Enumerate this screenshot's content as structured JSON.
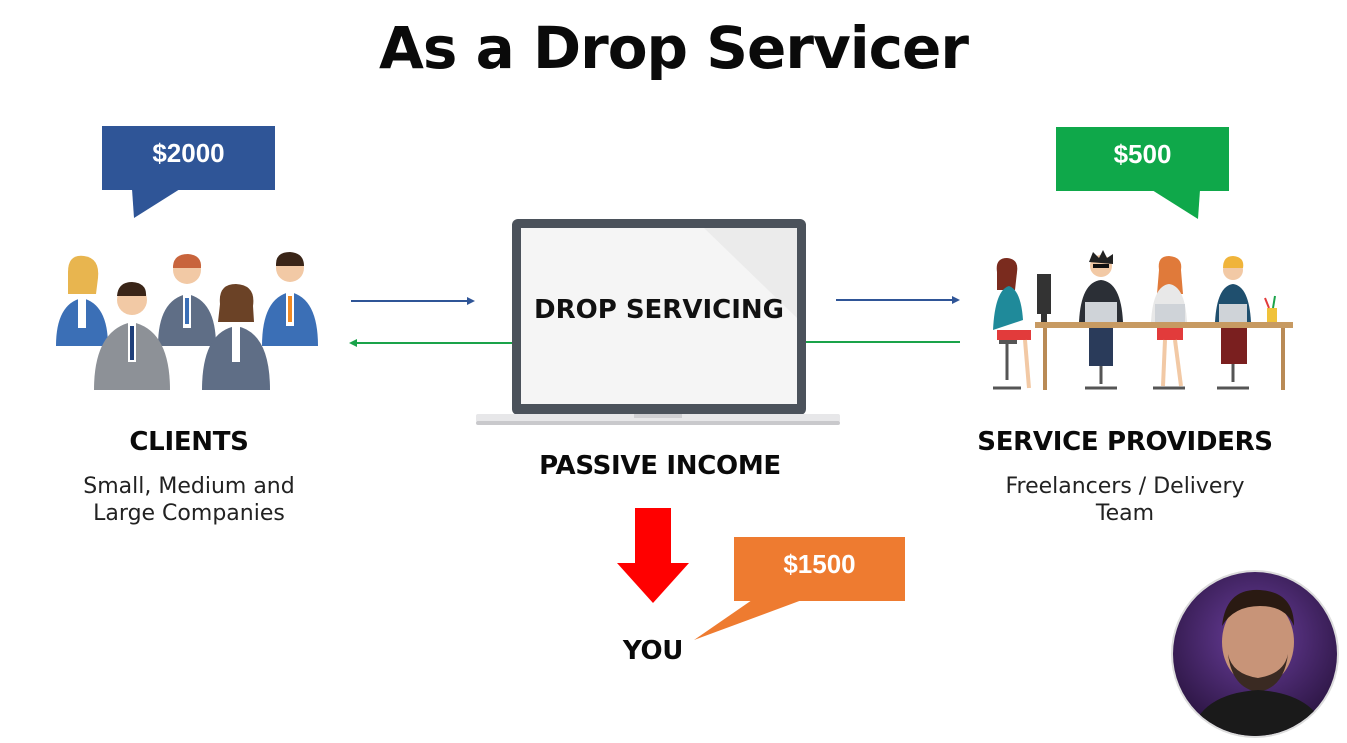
{
  "title": "As a Drop Servicer",
  "clients": {
    "price": "$2000",
    "heading": "CLIENTS",
    "description_line1": "Small, Medium and",
    "description_line2": "Large Companies"
  },
  "center": {
    "screen_label": "DROP SERVICING",
    "caption": "PASSIVE INCOME"
  },
  "providers": {
    "price": "$500",
    "heading": "SERVICE PROVIDERS",
    "description_line1": "Freelancers / Delivery",
    "description_line2": "Team"
  },
  "you": {
    "price": "$1500",
    "label": "YOU"
  },
  "colors": {
    "clients_bubble": "#2f5597",
    "providers_bubble": "#0fa84a",
    "you_bubble": "#ee7b30",
    "down_arrow": "#ff0000",
    "arrow_blue": "#2f5597",
    "arrow_green": "#1aa34a"
  }
}
